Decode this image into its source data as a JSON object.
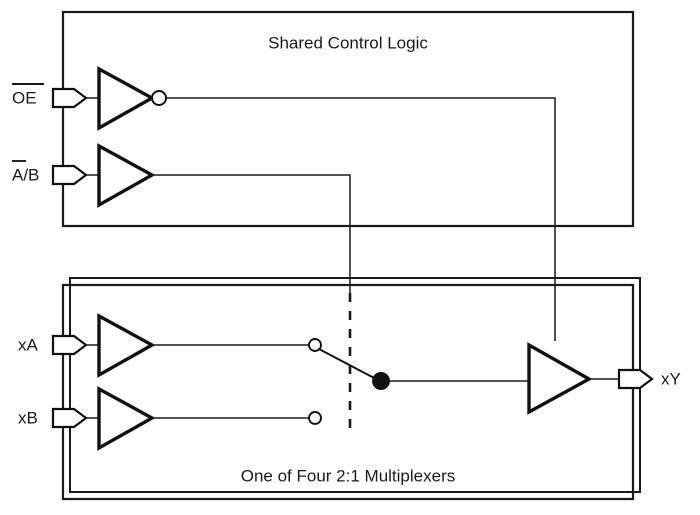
{
  "diagram": {
    "title": "Shared Control Logic / 2:1 Multiplexer Block Diagram",
    "background_color": "#ffffff",
    "line_color": "#1a1a1a",
    "blocks": {
      "control": {
        "label": "Shared Control Logic",
        "name": "shared-control-logic-block"
      },
      "mux": {
        "label": "One of Four 2:1 Multiplexers",
        "name": "multiplexer-block"
      }
    },
    "pins": {
      "oe": {
        "label": "OE",
        "overline": true,
        "direction": "input",
        "name": "pin-oe"
      },
      "ab": {
        "label": "A/B",
        "overline_over": "A",
        "direction": "input",
        "name": "pin-a-bar-b"
      },
      "xa": {
        "label": "xA",
        "overline": false,
        "direction": "input",
        "name": "pin-xa"
      },
      "xb": {
        "label": "xB",
        "overline": false,
        "direction": "input",
        "name": "pin-xb"
      },
      "xy": {
        "label": "xY",
        "overline": false,
        "direction": "output",
        "name": "pin-xy"
      }
    },
    "gates": [
      {
        "id": "oe-inverter",
        "type": "inverter",
        "inverted": true,
        "fed_by": "oe"
      },
      {
        "id": "ab-buffer",
        "type": "buffer",
        "inverted": false,
        "fed_by": "ab"
      },
      {
        "id": "xa-buffer",
        "type": "buffer",
        "inverted": false,
        "fed_by": "xa"
      },
      {
        "id": "xb-buffer",
        "type": "buffer",
        "inverted": false,
        "fed_by": "xb"
      },
      {
        "id": "output-buffer",
        "type": "buffer",
        "inverted": false,
        "fed_by": "switch-pole"
      }
    ],
    "switch": {
      "name": "mux-switch",
      "contact_a_state": "selected",
      "contact_b_state": "open",
      "pole_state": "closed",
      "control_line_style": "dashed"
    }
  }
}
